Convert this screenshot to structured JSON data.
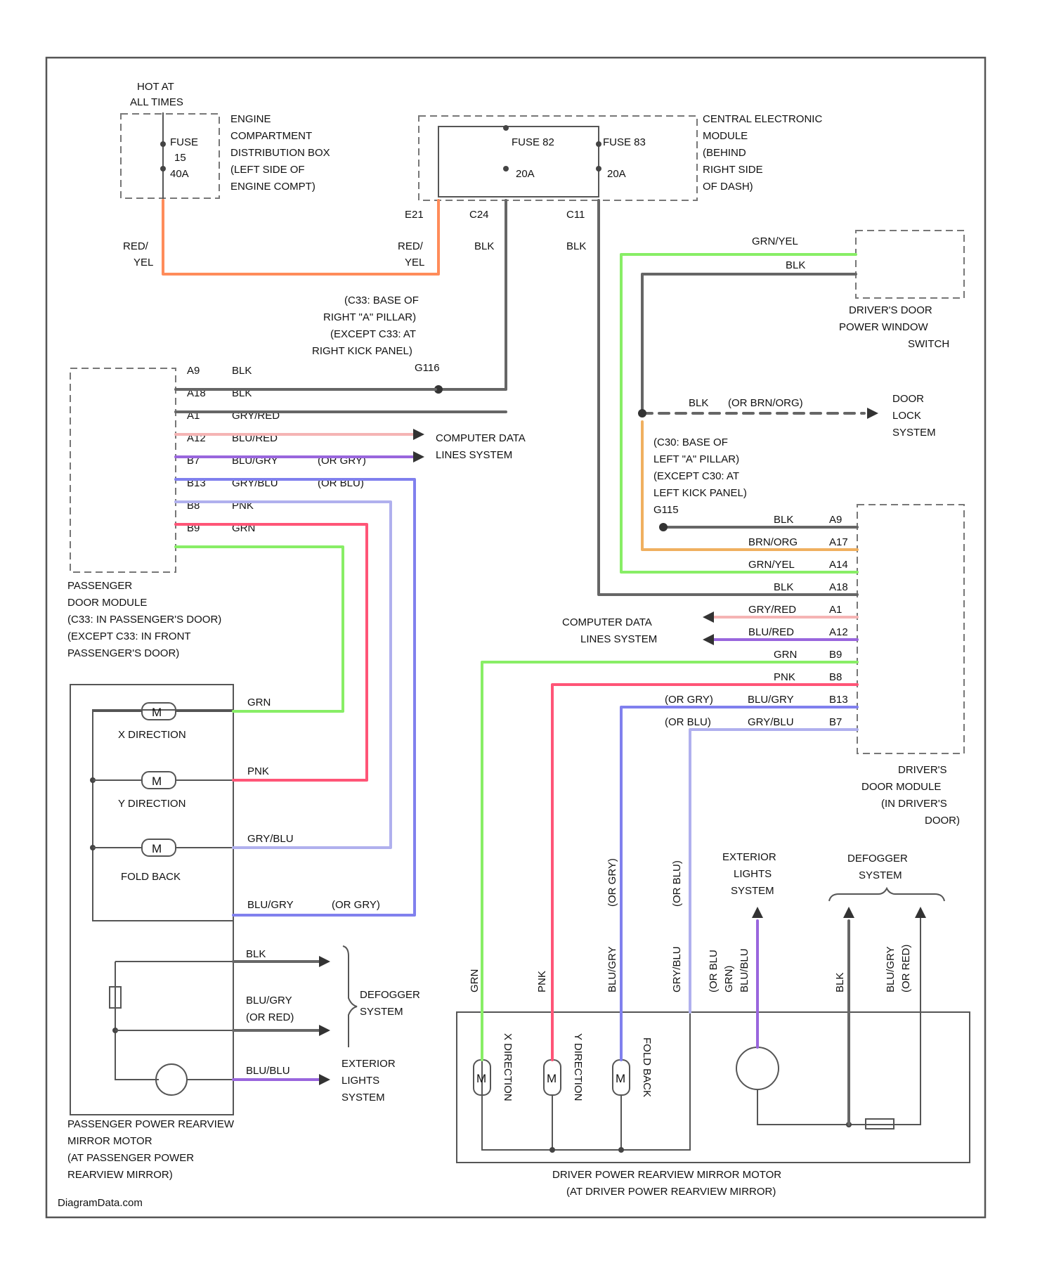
{
  "colors": {
    "red_yel": "#ff8c5a",
    "blk": "#666666",
    "grn_yel": "#88ee66",
    "brn_org": "#f0b060",
    "gry_red": "#f5b4b4",
    "blu_red": "#9966dd",
    "blu_gry": "#8080ee",
    "gry_blu": "#b0b0ee",
    "pnk": "#ff5577",
    "grn": "#88ee66"
  },
  "labels": {
    "hot_at": "HOT AT",
    "all_times": "ALL TIMES",
    "fuse15": "FUSE",
    "fuse15_num": "15",
    "fuse15_amp": "40A",
    "ecdb": [
      "ENGINE",
      "COMPARTMENT",
      "DISTRIBUTION BOX",
      "(LEFT SIDE OF",
      "ENGINE COMPT)"
    ],
    "fuse82": "FUSE 82",
    "fuse82_amp": "20A",
    "fuse83": "FUSE 83",
    "fuse83_amp": "20A",
    "cem": [
      "CENTRAL ELECTRONIC",
      "MODULE",
      "(BEHIND",
      "RIGHT SIDE",
      "OF DASH)"
    ],
    "e21": "E21",
    "c24": "C24",
    "c11": "C11",
    "red": "RED/",
    "yel": "YEL",
    "blk": "BLK",
    "c33": [
      "(C33: BASE OF",
      "RIGHT \"A\" PILLAR)",
      "(EXCEPT C33: AT",
      "RIGHT KICK PANEL)",
      "G116"
    ],
    "grn_yel": "GRN/YEL",
    "ddpws": [
      "DRIVER'S DOOR",
      "POWER WINDOW",
      "SWITCH"
    ],
    "blk_or_brn": "BLK",
    "or_brnorg": "(OR BRN/ORG)",
    "door_lock": [
      "DOOR",
      "LOCK",
      "SYSTEM"
    ],
    "c30": [
      "(C30: BASE OF",
      "LEFT \"A\" PILLAR)",
      "(EXCEPT C30: AT",
      "LEFT KICK PANEL)",
      "G115"
    ],
    "pdm_pins": [
      "A9",
      "A18",
      "A1",
      "A12",
      "B7",
      "B13",
      "B8",
      "B9"
    ],
    "pdm_wires": [
      "BLK",
      "BLK",
      "GRY/RED",
      "BLU/RED",
      "BLU/GRY",
      "GRY/BLU",
      "PNK",
      "GRN"
    ],
    "pdm_alt": [
      "",
      "",
      "",
      "",
      "(OR GRY)",
      "(OR BLU)",
      "",
      ""
    ],
    "cdl": [
      "COMPUTER DATA",
      "LINES SYSTEM"
    ],
    "pdm": [
      "PASSENGER",
      "DOOR MODULE",
      "(C33: IN PASSENGER'S DOOR)",
      "(EXCEPT C33: IN FRONT",
      "PASSENGER'S DOOR)"
    ],
    "ddm_pins": [
      "A9",
      "A17",
      "A14",
      "A18",
      "A1",
      "A12",
      "B9",
      "B8",
      "B13",
      "B7"
    ],
    "ddm_wires": [
      "BLK",
      "BRN/ORG",
      "GRN/YEL",
      "BLK",
      "GRY/RED",
      "BLU/RED",
      "GRN",
      "PNK",
      "BLU/GRY",
      "GRY/BLU"
    ],
    "ddm_alt": [
      "",
      "",
      "",
      "",
      "",
      "",
      "",
      "",
      "(OR GRY)",
      "(OR BLU)"
    ],
    "ddm": [
      "DRIVER'S",
      "DOOR MODULE",
      "(IN DRIVER'S",
      "DOOR)"
    ],
    "motor_m": "M",
    "x_dir": "X DIRECTION",
    "y_dir": "Y DIRECTION",
    "fold_back": "FOLD BACK",
    "grn": "GRN",
    "pnk": "PNK",
    "gry_blu": "GRY/BLU",
    "blu_gry": "BLU/GRY",
    "or_gry": "(OR GRY)",
    "or_blu": "(OR BLU)",
    "blu_gry2": "BLU/GRY",
    "or_red": "(OR RED)",
    "blu_blu": "BLU/BLU",
    "defogger": [
      "DEFOGGER",
      "SYSTEM"
    ],
    "ext_lights": [
      "EXTERIOR",
      "LIGHTS",
      "SYSTEM"
    ],
    "ppr": [
      "PASSENGER POWER REARVIEW",
      "MIRROR MOTOR",
      "(AT PASSENGER POWER",
      "REARVIEW MIRROR)"
    ],
    "dpr": [
      "DRIVER POWER REARVIEW MIRROR MOTOR",
      "(AT DRIVER POWER REARVIEW MIRROR)"
    ],
    "x_dir_v": "X DIRECTION",
    "y_dir_v": "Y DIRECTION",
    "fold_back_v": "FOLD BACK",
    "or_blu_grn_blu": [
      "(OR BLU",
      "GRN)",
      "BLU/BLU"
    ],
    "ext_lights2": [
      "EXTERIOR",
      "LIGHTS",
      "SYSTEM"
    ],
    "defogger2": [
      "DEFOGGER",
      "SYSTEM"
    ],
    "blu_gry_or_red": [
      "BLU/GRY",
      "(OR RED)"
    ],
    "watermark": "DiagramData.com"
  }
}
